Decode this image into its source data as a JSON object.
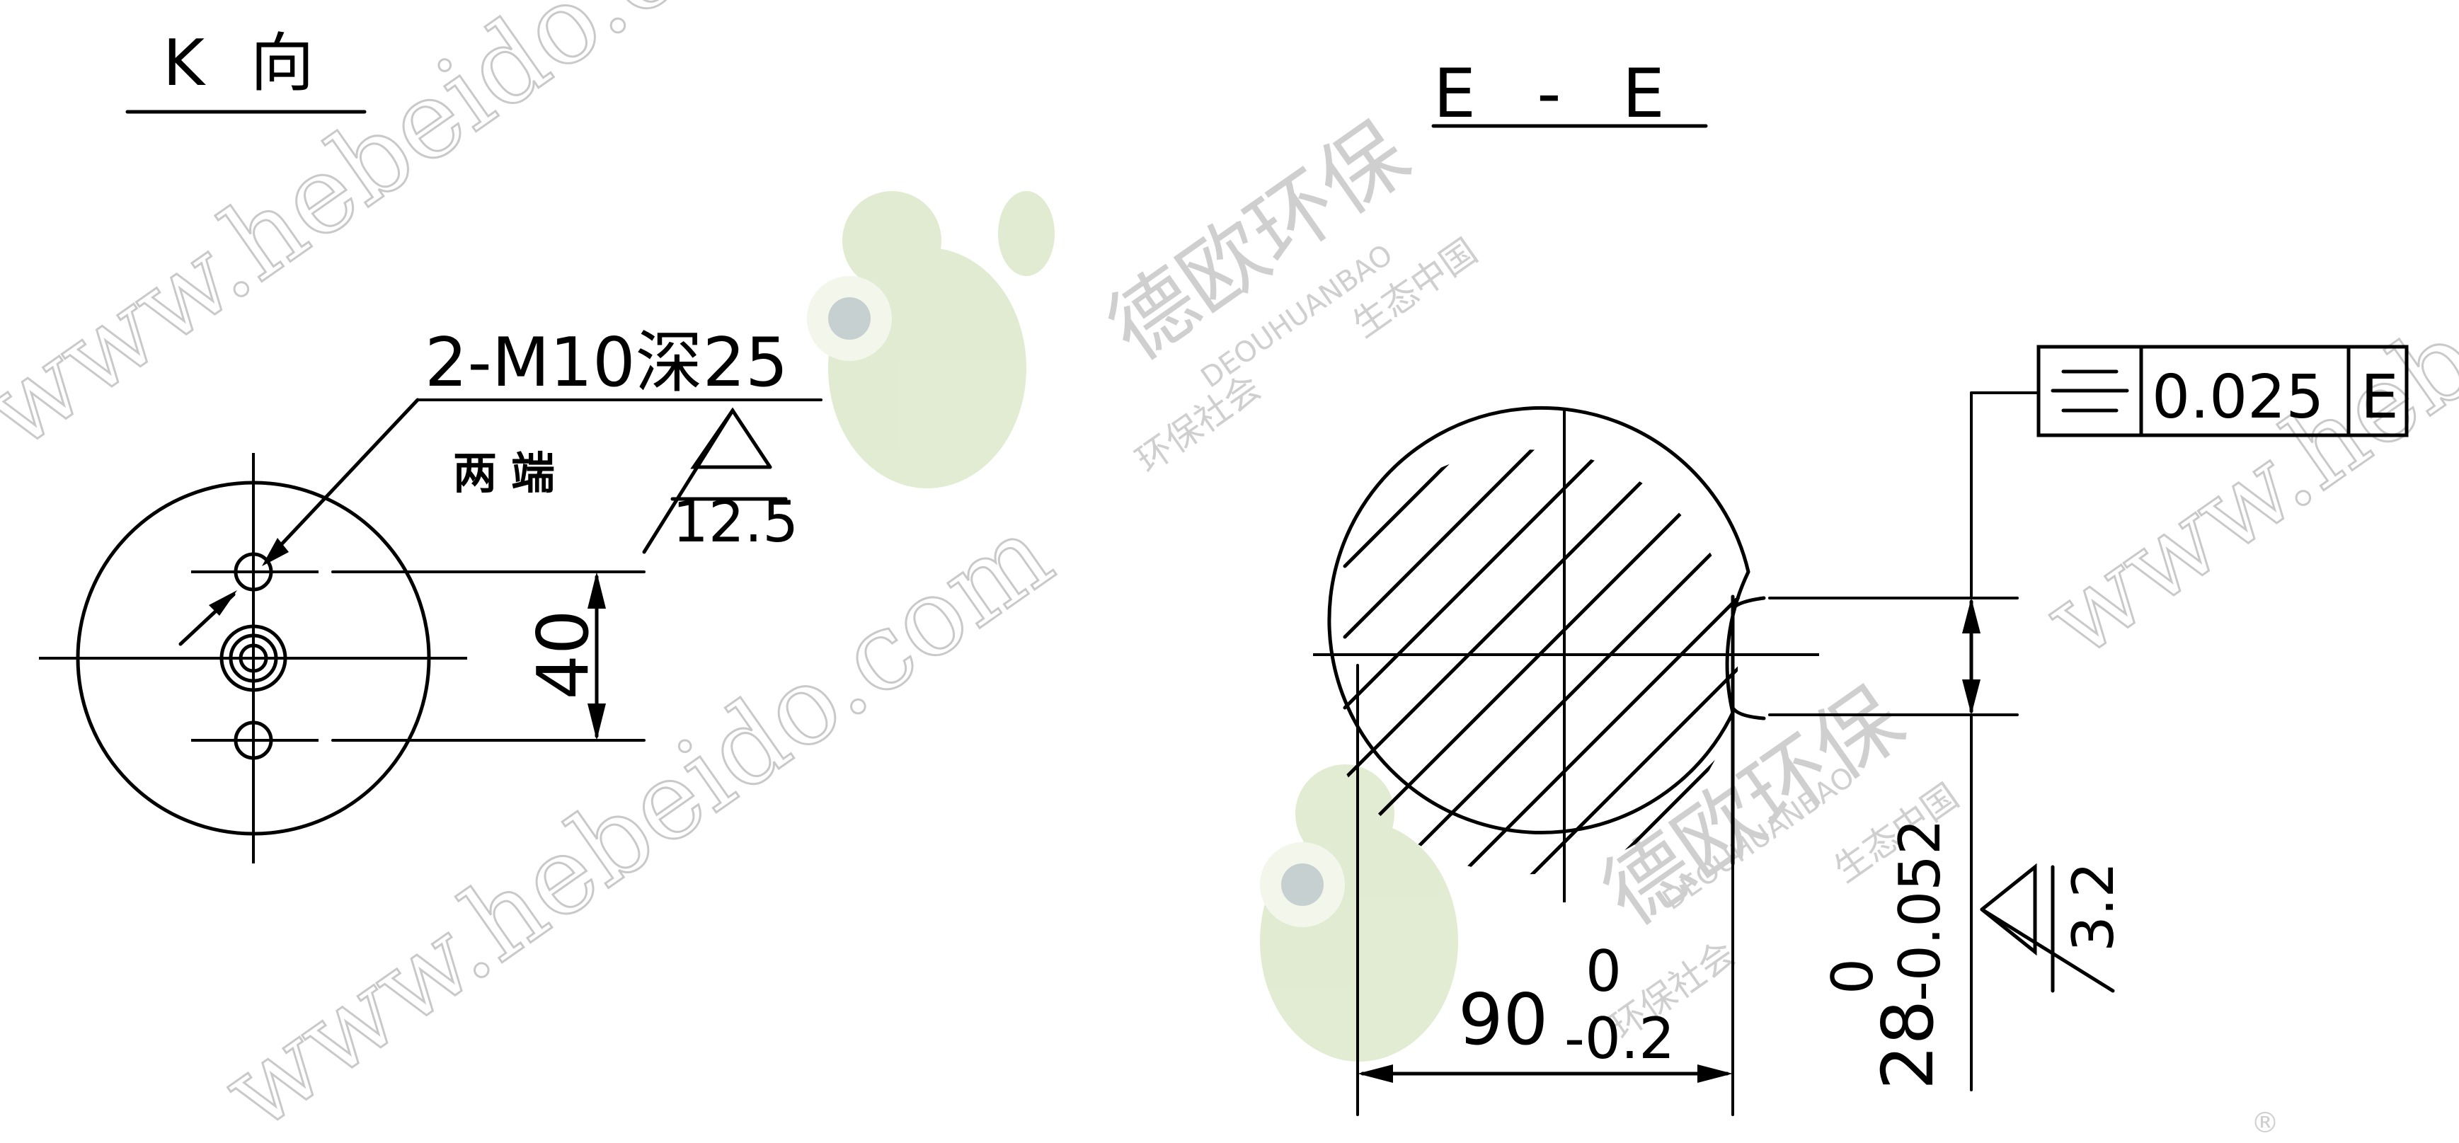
{
  "views": {
    "k_view": {
      "title": "K 向",
      "thread_callout": "2-M10深25",
      "thread_note": "两端",
      "roughness": "12.5",
      "spacing_dim": "40"
    },
    "e_section": {
      "title": "E - E",
      "width_dim_nominal": "90",
      "width_dim_upper": "0",
      "width_dim_lower": "-0.2",
      "slot_dim_nominal": "28",
      "slot_dim_upper": "0",
      "slot_dim_lower": "-0.052",
      "roughness": "3.2",
      "tolerance_frame": {
        "symbol": "symmetry",
        "value": "0.025",
        "datum": "E"
      }
    }
  },
  "watermark": {
    "url_text": "www.hebeido.com",
    "brand_cn": "德欧环保",
    "brand_en": "DEOUHUANBAO",
    "slogan_left": "环保社会",
    "slogan_right": "生态中国",
    "registered": "®"
  },
  "colors": {
    "ink": "#000000",
    "watermark_gray": "#c9c9c9",
    "frog_green": "#c8dcae"
  }
}
